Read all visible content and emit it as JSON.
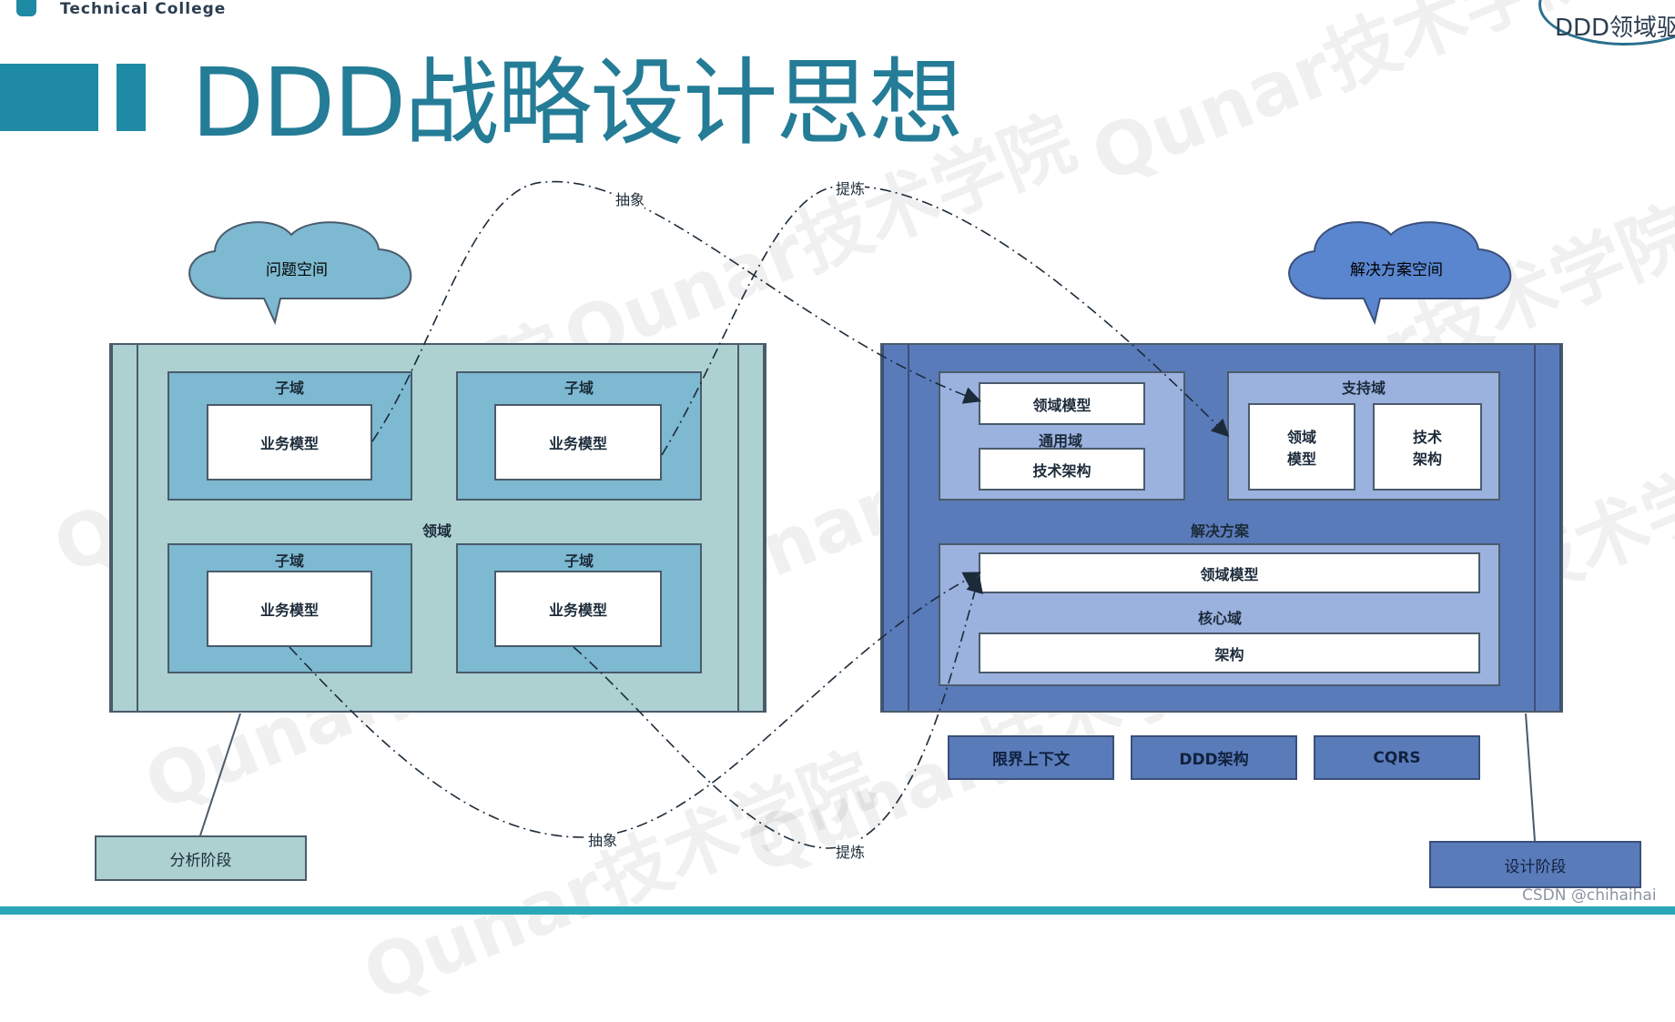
{
  "header": {
    "college": "Technical College",
    "title": "DDD战略设计思想",
    "badge_text": "DDD领域驱"
  },
  "watermark": "Qunar技术学院",
  "problem_space": {
    "cloud": "问题空间",
    "domain_label": "领域",
    "subdomains": [
      {
        "title": "子域",
        "model": "业务模型"
      },
      {
        "title": "子域",
        "model": "业务模型"
      },
      {
        "title": "子域",
        "model": "业务模型"
      },
      {
        "title": "子域",
        "model": "业务模型"
      }
    ],
    "stage": "分析阶段"
  },
  "solution_space": {
    "cloud": "解决方案空间",
    "solution_label": "解决方案",
    "generic": {
      "title": "通用域",
      "items": [
        "领域模型",
        "技术架构"
      ]
    },
    "supporting": {
      "title": "支持域",
      "items": [
        "领域\n模型",
        "技术\n架构"
      ]
    },
    "core": {
      "title": "核心域",
      "items": [
        "领域模型",
        "架构"
      ]
    },
    "tags": [
      "限界上下文",
      "DDD架构",
      "CQRS"
    ],
    "stage": "设计阶段"
  },
  "arrows": {
    "abstract": "抽象",
    "refine": "提炼"
  },
  "footer": {
    "credit": "CSDN @chihaihai"
  },
  "colors": {
    "teal": "#1f8aa4",
    "problem_bg": "#add1d1",
    "solution_bg": "#5a7bba"
  }
}
